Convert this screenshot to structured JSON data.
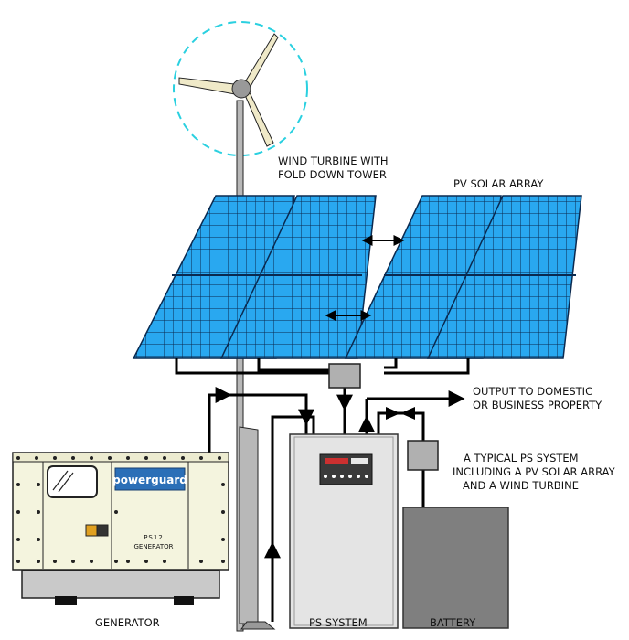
{
  "labels": {
    "wind_turbine_1": "WIND TURBINE WITH",
    "wind_turbine_2": "FOLD DOWN TOWER",
    "pv_array": "PV SOLAR ARRAY",
    "output_1": "OUTPUT TO DOMESTIC",
    "output_2": "OR BUSINESS PROPERTY",
    "typical_1": "A TYPICAL PS SYSTEM",
    "typical_2": "INCLUDING A PV SOLAR ARRAY",
    "typical_3": "AND A WIND TURBINE",
    "generator": "GENERATOR",
    "ps_system": "PS SYSTEM",
    "battery": "BATTERY",
    "brand": "powerguard",
    "gen_model_1": "PS12",
    "gen_model_2": "GENERATOR"
  },
  "colors": {
    "solar_cell": "#29a8f0",
    "solar_grid": "#0a2a50",
    "generator_body": "#f4f4de",
    "brand_panel": "#2b6fb7",
    "battery": "#7f7f7f",
    "ps_cabinet": "#e4e4e4",
    "rotor_circle": "#2ad0e0",
    "wire": "#000000"
  }
}
